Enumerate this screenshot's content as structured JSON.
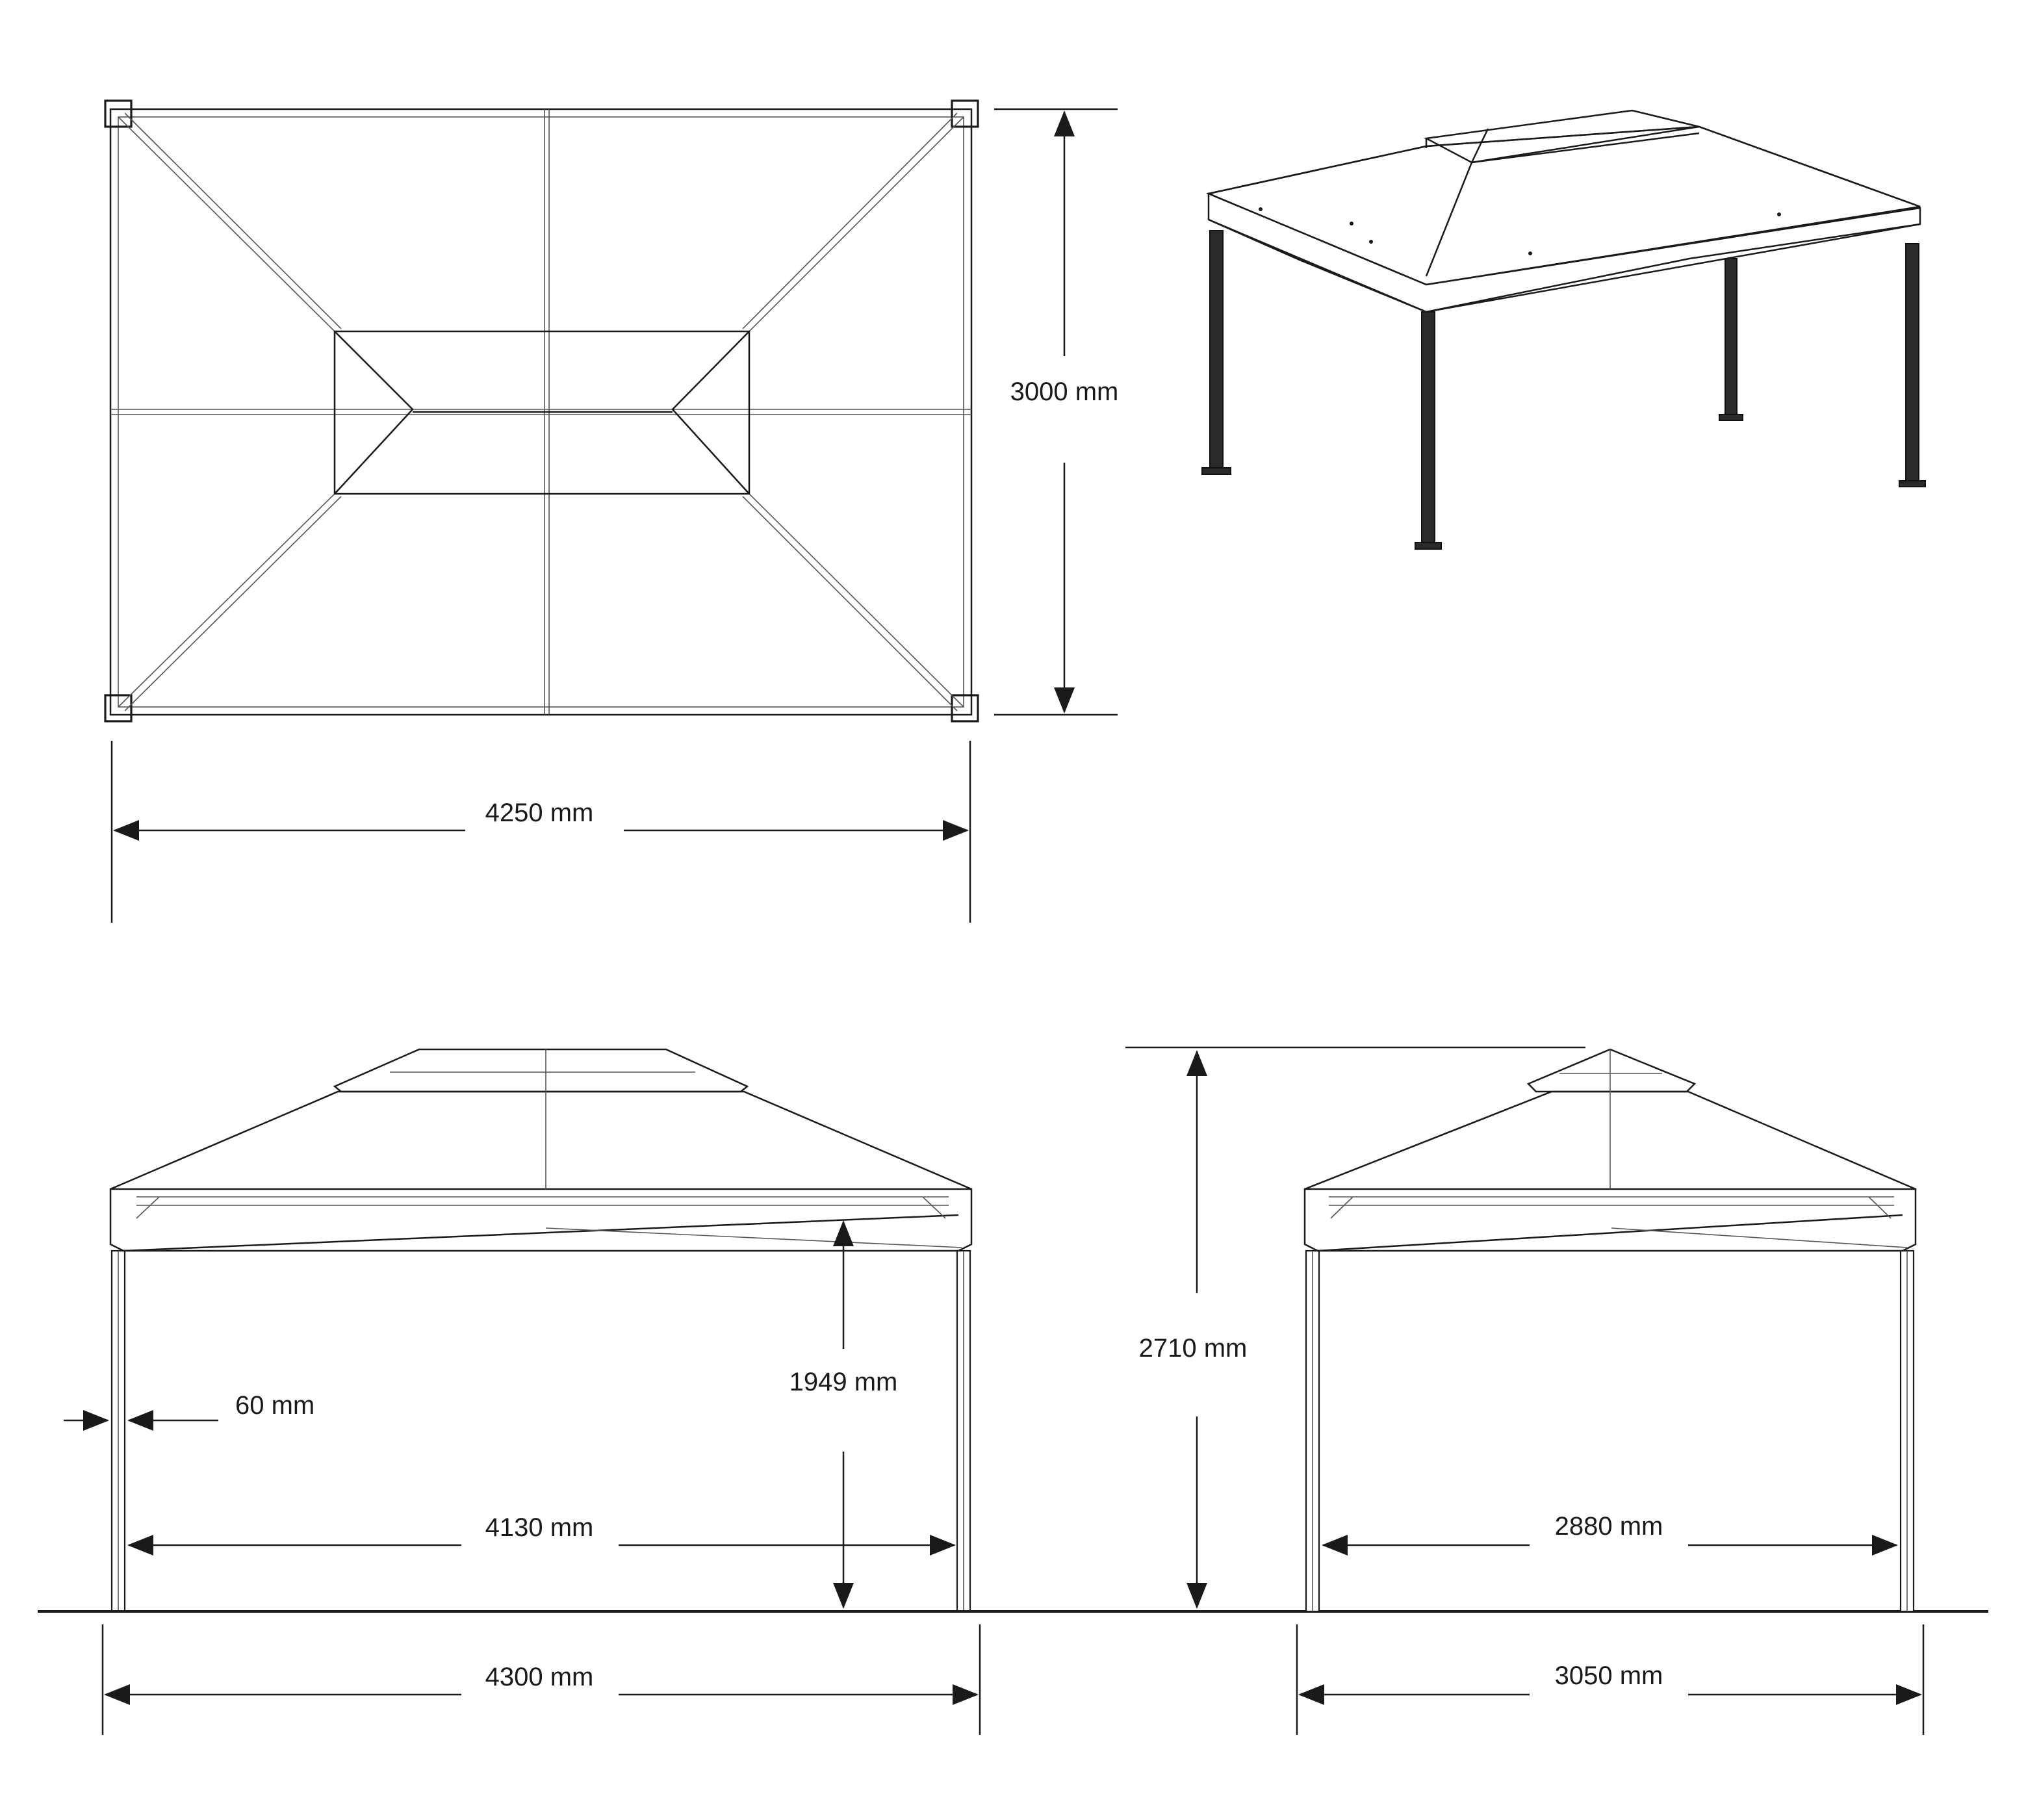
{
  "dimensions": {
    "top_depth": "3000 mm",
    "top_width": "4250 mm",
    "post_width": "60 mm",
    "front_clear_height": "1949 mm",
    "front_inner_width": "4130 mm",
    "front_outer_width": "4300 mm",
    "side_total_height": "2710 mm",
    "side_inner_width": "2880 mm",
    "side_outer_width": "3050 mm"
  },
  "colors": {
    "line": "#1a1a1a",
    "post": "#2a2a2a",
    "background": "#ffffff"
  }
}
